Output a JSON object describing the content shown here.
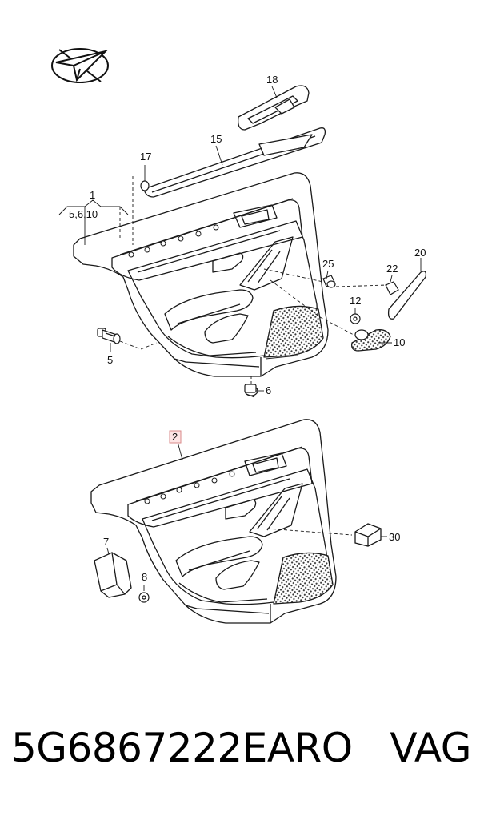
{
  "labels": {
    "p1": "1",
    "p1_sub": "5,6,10",
    "p2": "2",
    "p5": "5",
    "p6": "6",
    "p7": "7",
    "p8": "8",
    "p10": "10",
    "p12": "12",
    "p15": "15",
    "p17": "17",
    "p18": "18",
    "p20": "20",
    "p22": "22",
    "p25": "25",
    "p30": "30"
  },
  "highlighted_label": "2",
  "caption": {
    "part_number": "5G6867222EARO",
    "vendor": "VAG"
  },
  "colors": {
    "line": "#1a1a1a",
    "highlight_fill": "#fde4e4",
    "highlight_stroke": "#d98a8a",
    "speaker_mesh": "#555555"
  }
}
